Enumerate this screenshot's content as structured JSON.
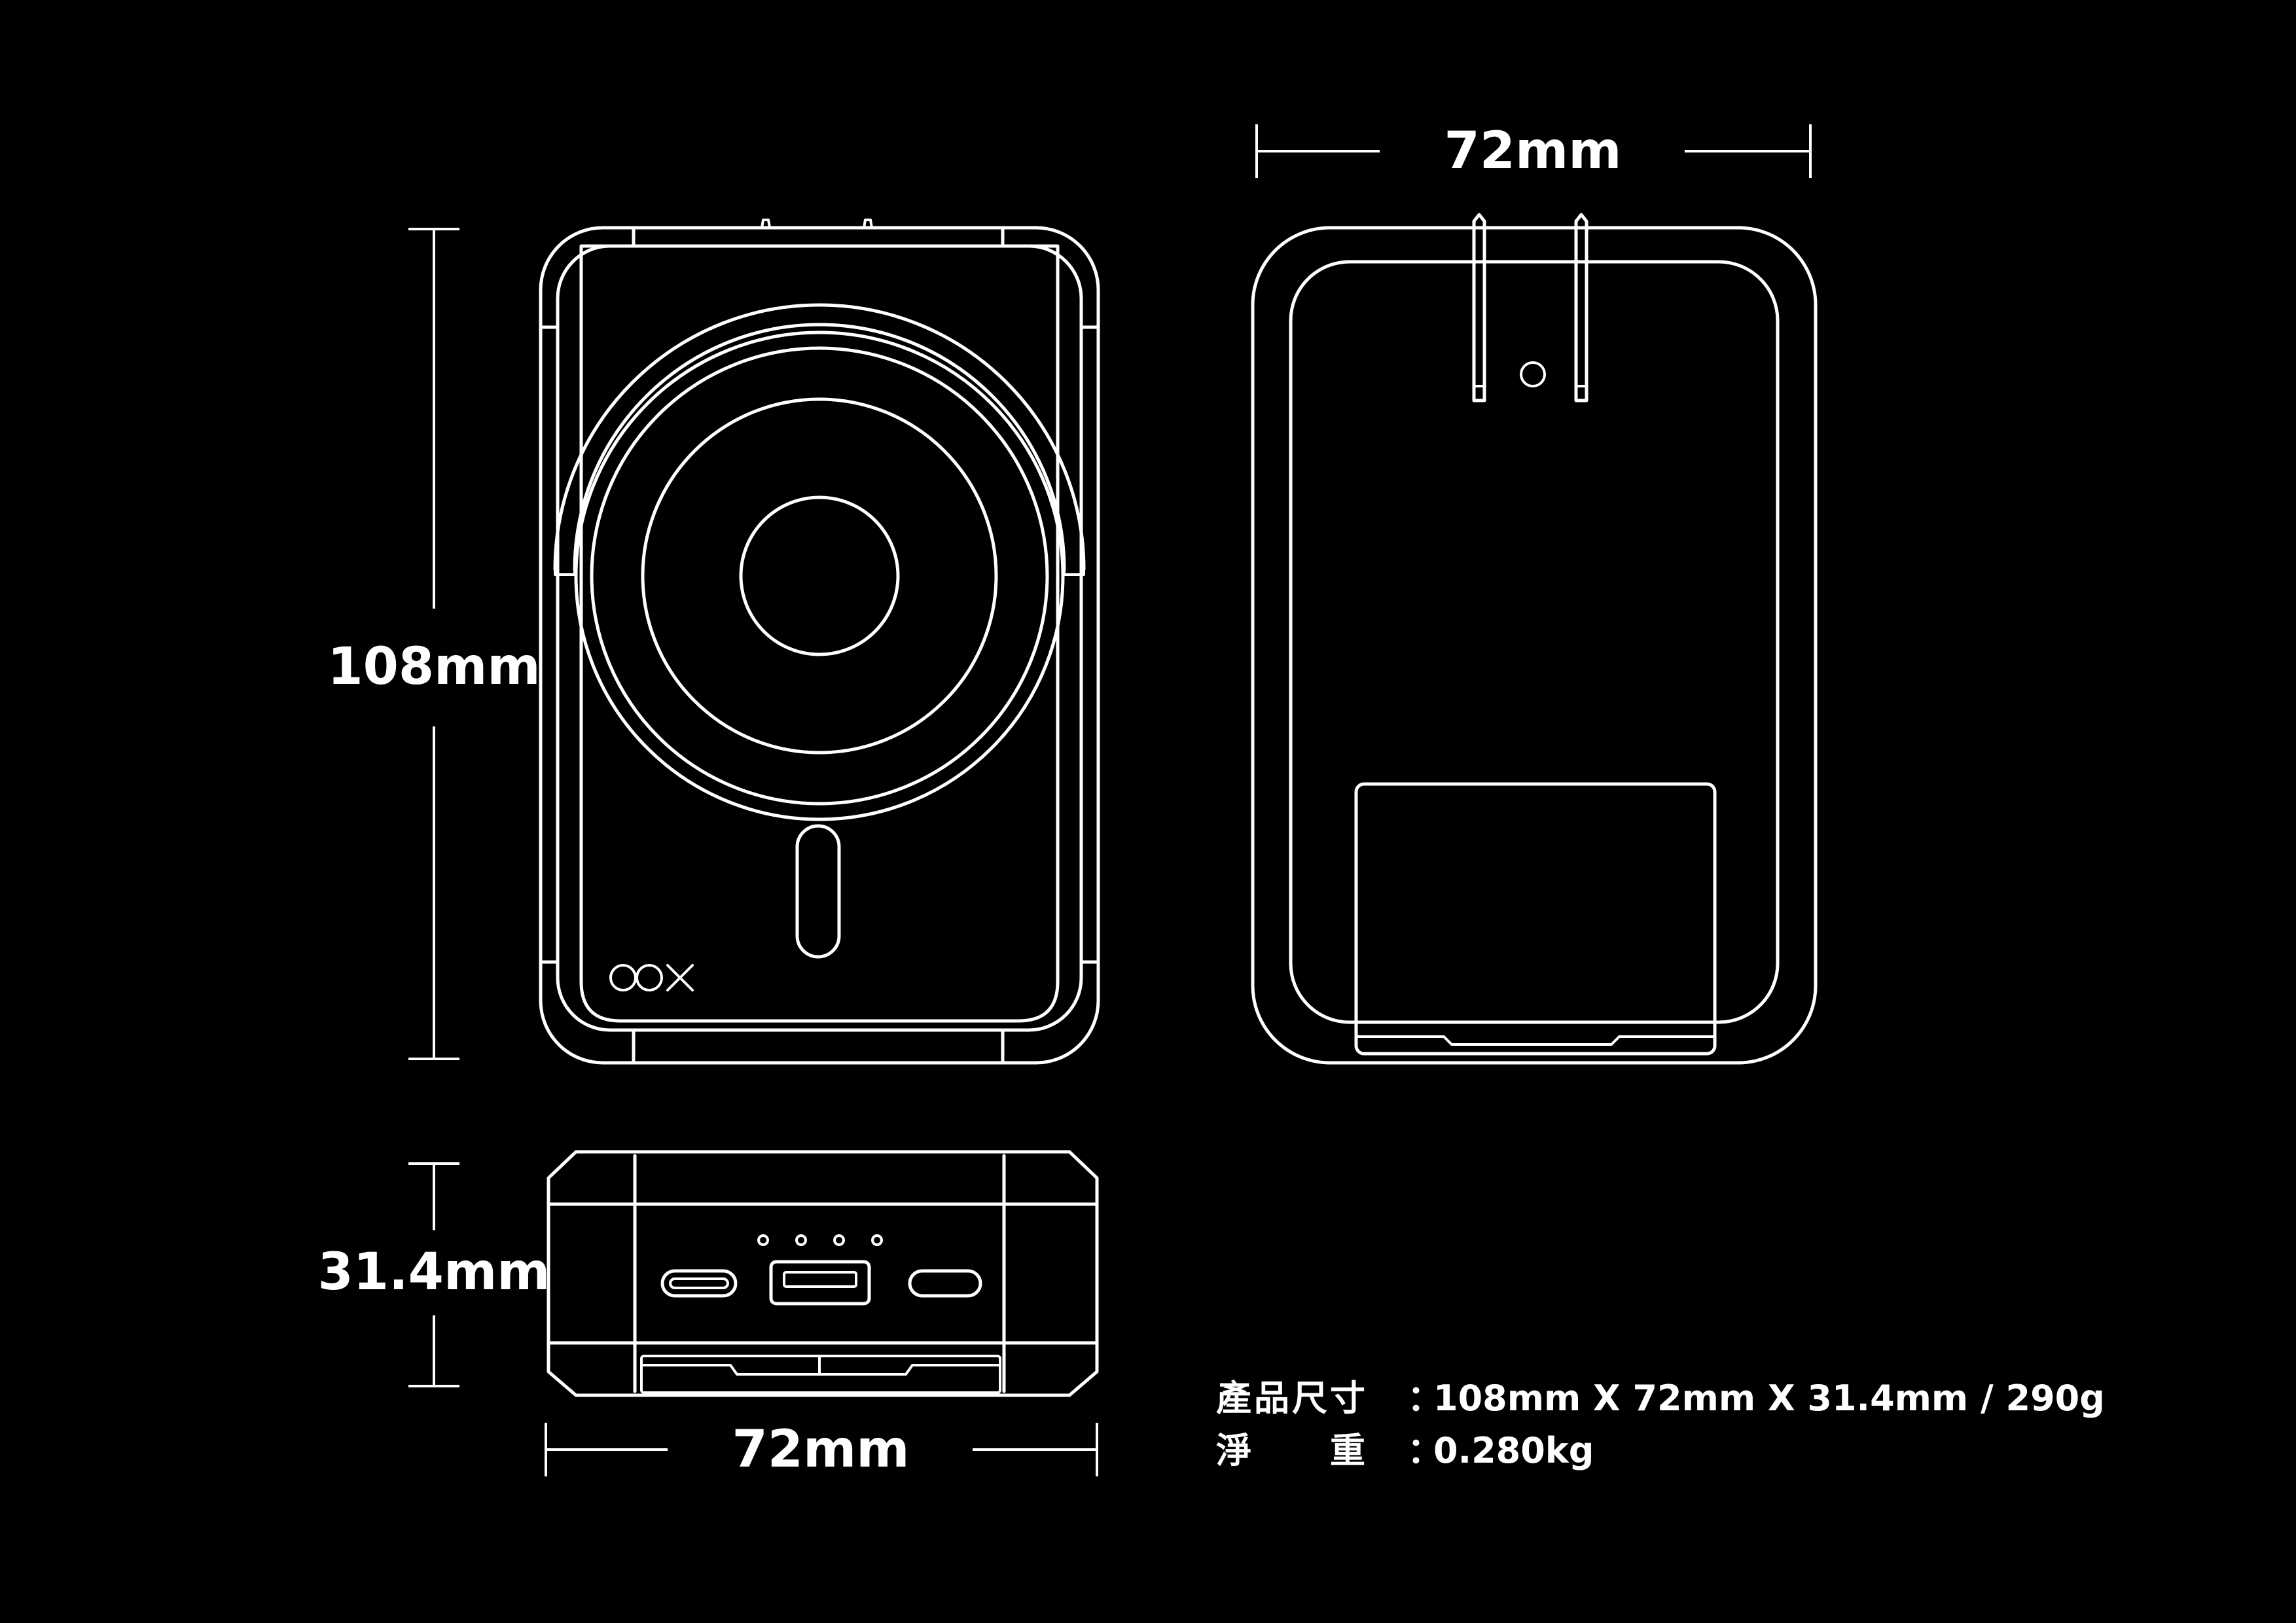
{
  "dimensions": {
    "height_label": "108mm",
    "width_top_label": "72mm",
    "depth_label": "31.4mm",
    "width_bottom_label": "72mm"
  },
  "logo": {
    "text": "OOX"
  },
  "specs": [
    {
      "key": "產品尺寸",
      "sep": "：",
      "value": "108mm X 72mm X 31.4mm / 290g"
    },
    {
      "key": "淨　　重",
      "sep": "：",
      "value": "0.280kg"
    }
  ],
  "colors": {
    "background": "#000000",
    "line": "#ffffff"
  }
}
